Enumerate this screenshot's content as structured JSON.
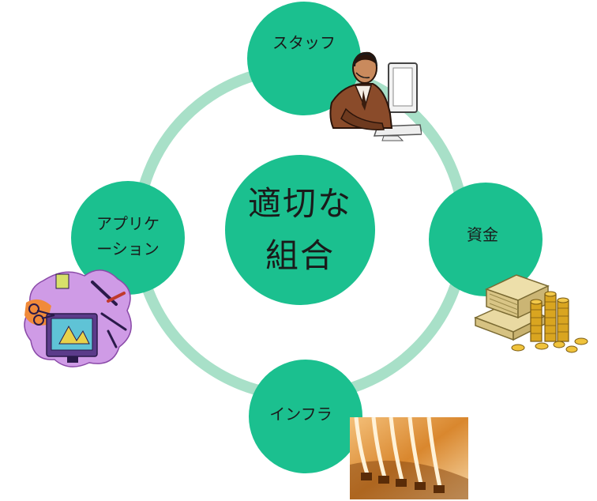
{
  "center": {
    "label": "適切な\n組合"
  },
  "nodes": {
    "staff": {
      "label": "スタッフ"
    },
    "funds": {
      "label": "資金"
    },
    "infra": {
      "label": "インフラ"
    },
    "app": {
      "label": "アプリケ\nーション"
    }
  },
  "clipart": {
    "staff": {
      "icon": "businessman-at-computer-icon"
    },
    "funds": {
      "icon": "money-coins-icon"
    },
    "app": {
      "icon": "graphics-tools-icon"
    },
    "infra": {
      "icon": "network-cables-photo"
    }
  },
  "colors": {
    "node": "#1bc08f",
    "ring": "#a8e0c8",
    "text": "#1a1a1a"
  }
}
